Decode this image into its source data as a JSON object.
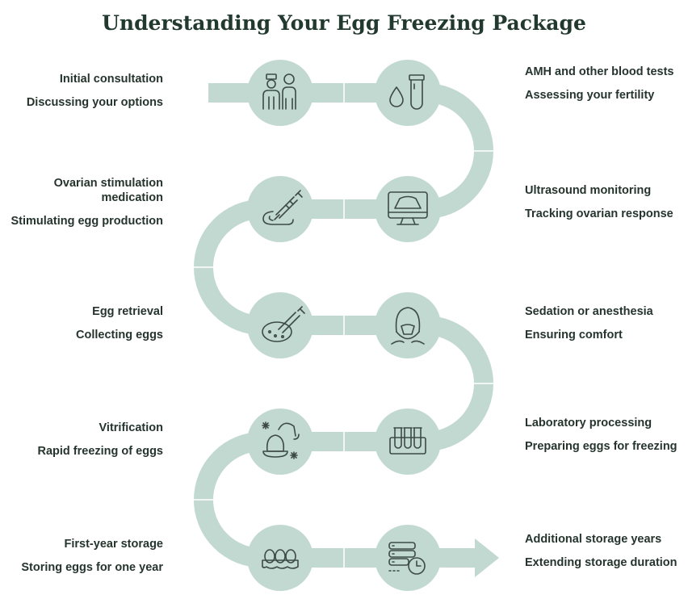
{
  "title": "Understanding Your Egg Freezing Package",
  "colors": {
    "path": "#c2d9d2",
    "node": "#c2d9d2",
    "icon_stroke": "#3d4a45",
    "title": "#22392f",
    "text": "#26342e"
  },
  "steps": [
    {
      "label": "Initial consultation",
      "description": "Discussing your options",
      "icon": "doctor-patient-icon"
    },
    {
      "label": "AMH and other blood tests",
      "description": "Assessing your fertility",
      "icon": "blood-test-tube-icon"
    },
    {
      "label": "Ultrasound monitoring",
      "description": "Tracking ovarian response",
      "icon": "ultrasound-monitor-icon"
    },
    {
      "label": "Ovarian stimulation medication",
      "description": "Stimulating egg production",
      "icon": "syringe-injection-icon"
    },
    {
      "label": "Egg retrieval",
      "description": "Collecting eggs",
      "icon": "syringe-petri-dish-icon"
    },
    {
      "label": "Sedation or anesthesia",
      "description": "Ensuring comfort",
      "icon": "oxygen-mask-icon"
    },
    {
      "label": "Laboratory processing",
      "description": "Preparing eggs for freezing",
      "icon": "test-tubes-rack-icon"
    },
    {
      "label": "Vitrification",
      "description": "Rapid freezing of eggs",
      "icon": "frozen-egg-icon"
    },
    {
      "label": "First-year storage",
      "description": "Storing eggs for one year",
      "icon": "egg-carton-icon"
    },
    {
      "label": "Additional storage years",
      "description": "Extending storage duration",
      "icon": "server-storage-clock-icon"
    }
  ]
}
